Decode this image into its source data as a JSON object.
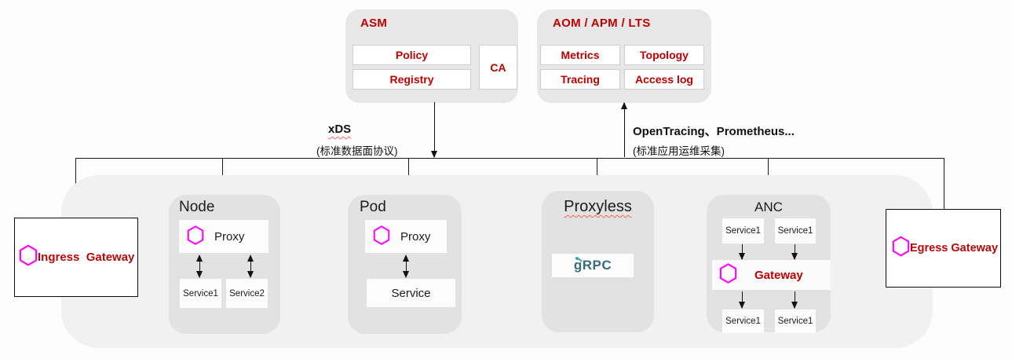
{
  "colors": {
    "accent_red": "#c00000",
    "magenta": "#ff00ff",
    "panel_gray": "#e8e7e7",
    "container_gray": "#f1f1f1",
    "grpc_teal": "#2fa8b5"
  },
  "asm": {
    "title": "ASM",
    "policy": "Policy",
    "registry": "Registry",
    "ca": "CA"
  },
  "aom": {
    "title": "AOM / APM / LTS",
    "metrics": "Metrics",
    "topology": "Topology",
    "tracing": "Tracing",
    "access_log": "Access log"
  },
  "labels": {
    "xds": "xDS",
    "xds_sub": "(标准数据面协议)",
    "opentracing": "OpenTracing、Prometheus...",
    "opentracing_sub": "(标准应用运维采集)"
  },
  "ingress": {
    "label": "Ingress  Gateway"
  },
  "egress": {
    "label": "Egress Gateway"
  },
  "node": {
    "title": "Node",
    "proxy": "Proxy",
    "service1": "Service1",
    "service2": "Service2"
  },
  "pod": {
    "title": "Pod",
    "proxy": "Proxy",
    "service": "Service"
  },
  "proxyless": {
    "title": "Proxyless",
    "grpc": "gRPC"
  },
  "anc": {
    "title": "ANC",
    "gateway": "Gateway",
    "services_top": [
      "Service1",
      "Service1"
    ],
    "services_bottom": [
      "Service1",
      "Service1"
    ]
  }
}
